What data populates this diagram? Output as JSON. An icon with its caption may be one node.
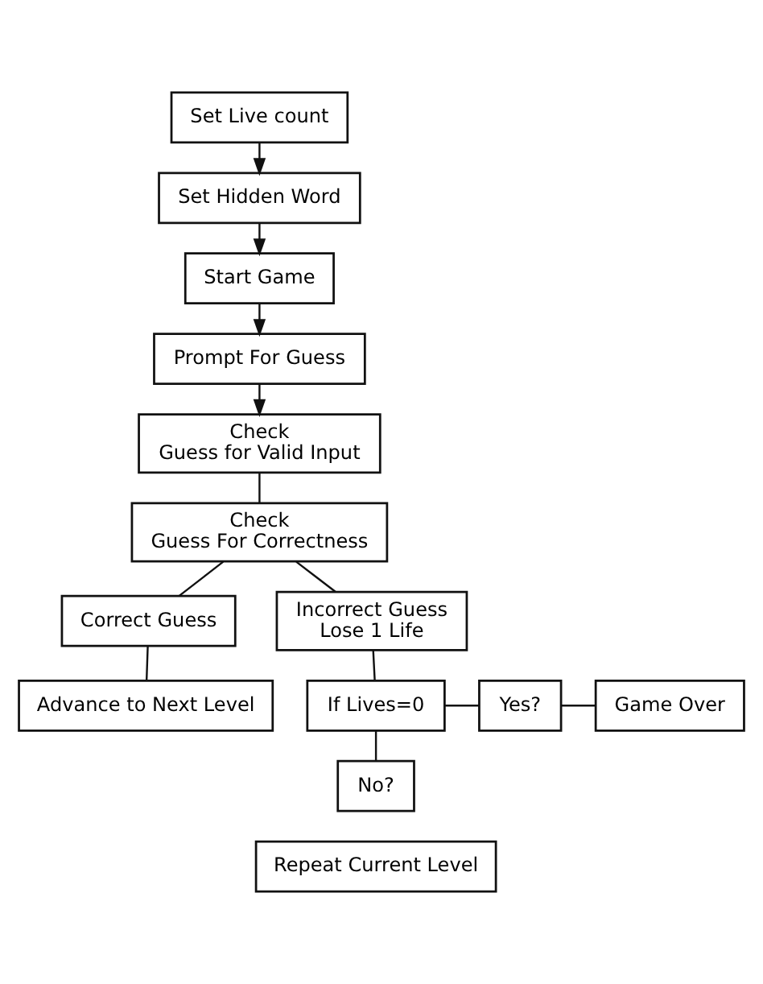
{
  "diagram": {
    "nodes": [
      {
        "text": [
          "Set Live count"
        ]
      },
      {
        "text": [
          "Set Hidden Word"
        ]
      },
      {
        "text": [
          "Start Game"
        ]
      },
      {
        "text": [
          "Prompt For Guess"
        ]
      },
      {
        "text": [
          "Check",
          "Guess for Valid Input"
        ]
      },
      {
        "text": [
          "Check",
          "Guess For Correctness"
        ]
      },
      {
        "text": [
          "Correct Guess"
        ]
      },
      {
        "text": [
          "Incorrect Guess",
          "Lose 1 Life"
        ]
      },
      {
        "text": [
          "Advance to Next Level"
        ]
      },
      {
        "text": [
          "If Lives=0"
        ]
      },
      {
        "text": [
          "Yes?"
        ]
      },
      {
        "text": [
          "Game Over"
        ]
      },
      {
        "text": [
          "No?"
        ]
      },
      {
        "text": [
          "Repeat Current Level"
        ]
      }
    ],
    "edges": [
      {
        "from": 0,
        "to": 1,
        "arrow": "to"
      },
      {
        "from": 1,
        "to": 2,
        "arrow": "to"
      },
      {
        "from": 2,
        "to": 3,
        "arrow": "to"
      },
      {
        "from": 3,
        "to": 4,
        "arrow": "to"
      },
      {
        "from": 4,
        "to": 5,
        "arrow": "none"
      },
      {
        "from": 5,
        "to": 6,
        "arrow": "none"
      },
      {
        "from": 5,
        "to": 7,
        "arrow": "none"
      },
      {
        "from": 6,
        "to": 8,
        "arrow": "none"
      },
      {
        "from": 7,
        "to": 9,
        "arrow": "none"
      },
      {
        "from": 9,
        "to": 10,
        "arrow": "none"
      },
      {
        "from": 10,
        "to": 11,
        "arrow": "none"
      },
      {
        "from": 9,
        "to": 12,
        "arrow": "none"
      }
    ]
  }
}
